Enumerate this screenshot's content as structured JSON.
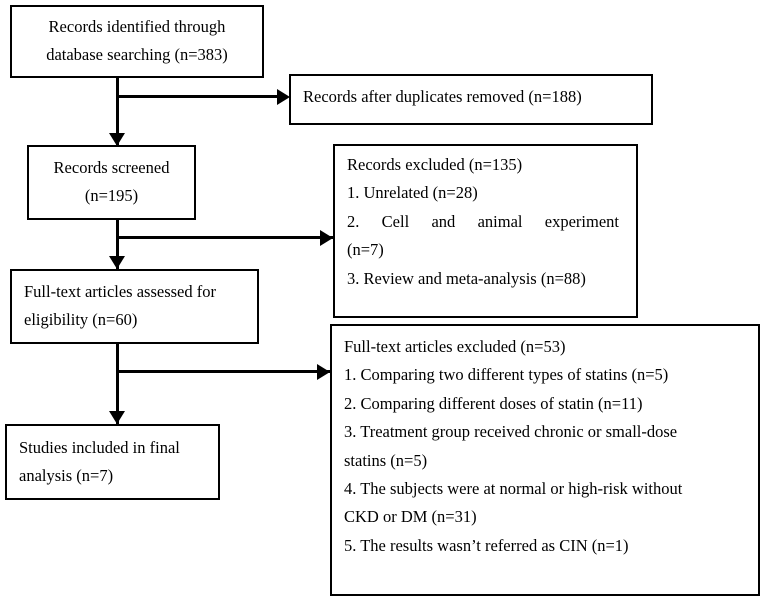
{
  "diagram": {
    "type": "prisma-flow-diagram",
    "title": "",
    "line_color": "#000000",
    "background_color": "#ffffff",
    "text_color": "#000000",
    "nodes": {
      "identified": {
        "id": "records-identified",
        "lines": [
          "Records identified through",
          "database searching (n=383)"
        ],
        "count": 383,
        "align": "center"
      },
      "duplicates_removed": {
        "id": "records-after-duplicates-removed",
        "lines": [
          "Records after duplicates removed (n=188)"
        ],
        "count": 188,
        "align": "left"
      },
      "screened": {
        "id": "records-screened",
        "lines": [
          "Records screened",
          "(n=195)"
        ],
        "count": 195,
        "align": "center"
      },
      "records_excluded": {
        "id": "records-excluded",
        "heading": "Records excluded (n=135)",
        "count": 135,
        "reasons": [
          "1. Unrelated (n=28)",
          "2. Cell and animal experiment",
          "(n=7)",
          "3. Review and meta-analysis (n=88)"
        ],
        "align": "left"
      },
      "fulltext_assessed": {
        "id": "full-text-articles-assessed",
        "lines": [
          "Full-text articles assessed for",
          "eligibility (n=60)"
        ],
        "count": 60,
        "align": "left"
      },
      "fulltext_excluded": {
        "id": "full-text-articles-excluded",
        "heading": "Full-text articles excluded (n=53)",
        "count": 53,
        "reasons": [
          "1. Comparing two different types of statins (n=5)",
          "2. Comparing different doses of statin (n=11)",
          "3. Treatment group received chronic or small-dose",
          "statins (n=5)",
          "4. The subjects were at normal or high-risk without",
          "CKD or DM (n=31)",
          "5. The results wasn’t referred as CIN (n=1)"
        ],
        "align": "left"
      },
      "included": {
        "id": "studies-included",
        "lines": [
          "Studies included in final",
          "analysis (n=7)"
        ],
        "count": 7,
        "align": "left"
      }
    },
    "connectors": [
      {
        "id": "identified-to-duplicates",
        "from": "identified",
        "to": "duplicates_removed",
        "direction": "right"
      },
      {
        "id": "identified-to-screened",
        "from": "identified",
        "to": "screened",
        "direction": "down"
      },
      {
        "id": "screened-to-records-excluded",
        "from": "screened",
        "to": "records_excluded",
        "direction": "right"
      },
      {
        "id": "screened-to-fulltext",
        "from": "screened",
        "to": "fulltext_assessed",
        "direction": "down"
      },
      {
        "id": "fulltext-to-fulltext-excluded",
        "from": "fulltext_assessed",
        "to": "fulltext_excluded",
        "direction": "right"
      },
      {
        "id": "fulltext-to-included",
        "from": "fulltext_assessed",
        "to": "included",
        "direction": "down"
      }
    ]
  }
}
